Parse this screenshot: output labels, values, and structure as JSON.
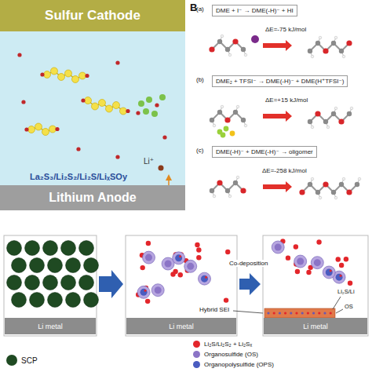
{
  "diagram": {
    "nodes": [
      {
        "text": [
          "Sulfur Cathode"
        ]
      },
      {
        "text": [
          "Lithium Anode"
        ]
      },
      {
        "text": [
          "DME + I⁻ → DME(-H)⁻ + HI"
        ]
      },
      {
        "text": [
          "DME₂ + TFSI⁻ → DME(-H)⁻ + DME(H⁺TFSI⁻)"
        ]
      },
      {
        "text": [
          "DME(-H)⁻ + DME(-H)⁻ → oligomer"
        ]
      },
      {
        "text": [
          "Li metal"
        ]
      },
      {
        "text": [
          "Li metal"
        ]
      },
      {
        "text": [
          "Li metal"
        ]
      }
    ],
    "labels": [
      "La₂S₃/Li₂S₂/Li₂S/LiₓSOy",
      "Li⁺",
      "B",
      "(a)",
      "ΔE=-75 kJ/mol",
      "(b)",
      "ΔE=+15 kJ/mol",
      "(c)",
      "ΔE=-258 kJ/mol",
      "Co-deposition",
      "Hybrid SEI",
      "Li₂S/Li",
      "OS"
    ],
    "legend": [
      {
        "text": "SCP",
        "color": "#1f4a22"
      },
      {
        "text": "Li₂S/Li₂S₂ + Li₂Sₓ",
        "color": "#e3262b"
      },
      {
        "text": "Organosulfide (OS)",
        "color": "#8b74c6"
      },
      {
        "text": "Organopolysulfide (OPS)",
        "color": "#4a5cc0"
      }
    ]
  }
}
